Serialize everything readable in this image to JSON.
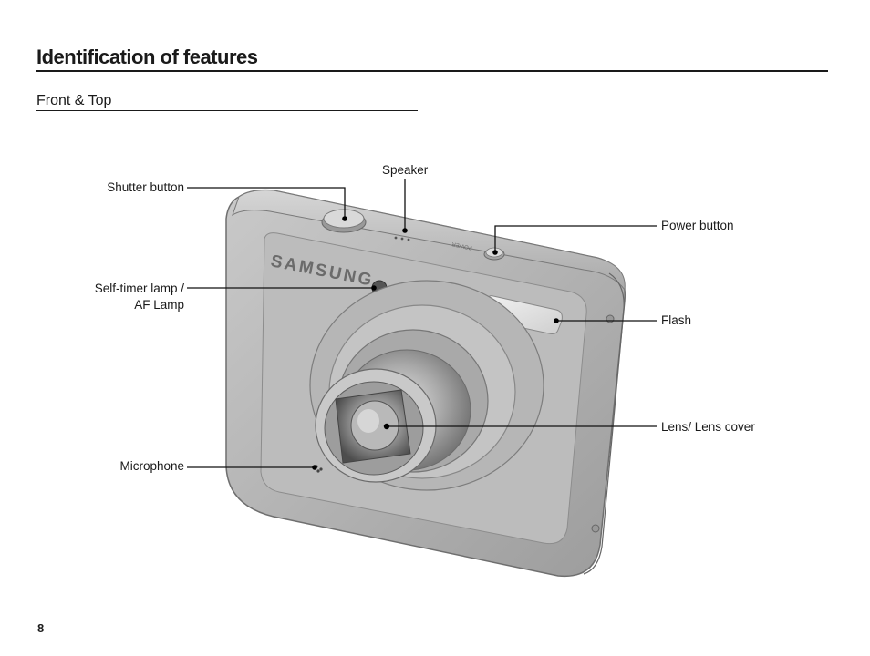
{
  "page": {
    "title": "Identification of features",
    "section": "Front & Top",
    "page_number": "8"
  },
  "camera": {
    "brand": "SAMSUNG",
    "power_marking": "POWER"
  },
  "callouts": {
    "shutter_button": "Shutter button",
    "speaker": "Speaker",
    "power_button": "Power button",
    "self_timer_line1": "Self-timer lamp /",
    "self_timer_line2": "AF Lamp",
    "flash": "Flash",
    "lens": "Lens/ Lens cover",
    "microphone": "Microphone"
  }
}
